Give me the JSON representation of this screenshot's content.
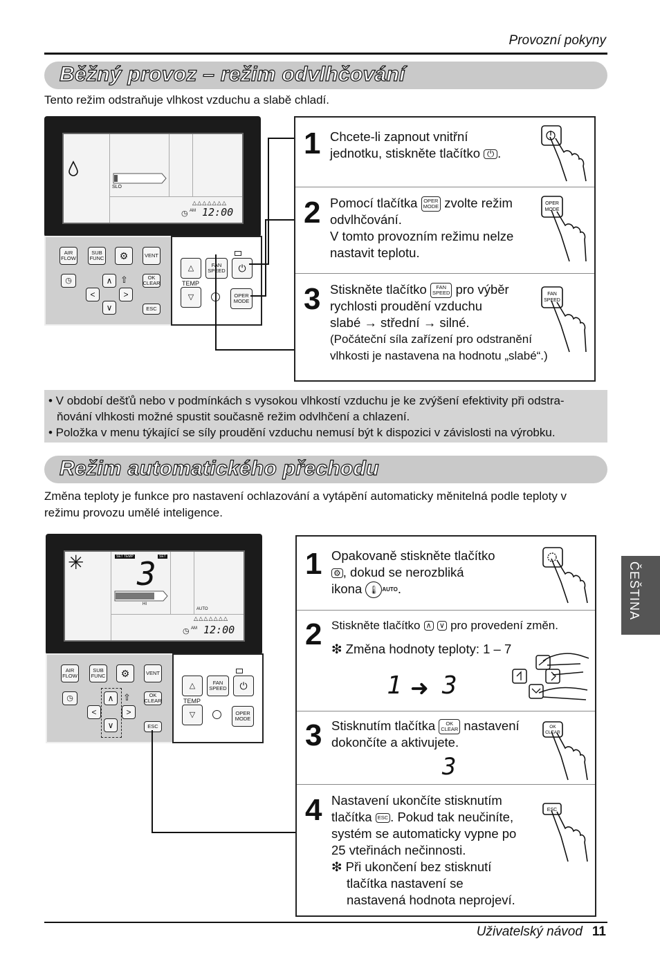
{
  "header": {
    "section": "Provozní pokyny"
  },
  "section1": {
    "title": "Běžný provoz – režim odvlhčování",
    "intro": "Tento režim odstraňuje vlhkost vzduchu a slabě chladí.",
    "steps": [
      {
        "num": "1",
        "line1": "Chcete-li zapnout vnitřní",
        "line2a": "jednotku, stiskněte tlačítko",
        "line2b": "."
      },
      {
        "num": "2",
        "line1a": "Pomocí tlačítka",
        "line1b": "zvolte režim",
        "line2": "odvlhčování.",
        "line3": "V tomto provozním režimu nelze",
        "line4": "nastavit teplotu."
      },
      {
        "num": "3",
        "line1a": "Stiskněte tlačítko",
        "line1b": "pro výběr",
        "line2": "rychlosti proudění vzduchu",
        "line3": "slabé → střední → silné.",
        "line4": "(Počáteční síla zařízení pro odstranění",
        "line5": "vlhkosti je nastavena na hodnotu „slabé“.)"
      }
    ],
    "notes": [
      "• V období dešťů nebo v podmínkách s vysokou vlhkostí vzduchu je ke zvýšení efektivity při odstra-",
      "ňování vlhkosti možné spustit současně režim odvlhčení a chlazení.",
      "• Položka v menu týkající se síly proudění vzduchu nemusí být k dispozici v závislosti na výrobku."
    ],
    "lcd": {
      "fan_label": "SLO",
      "am": "AM",
      "time": "12:00"
    }
  },
  "section2": {
    "title": "Režim automatického přechodu",
    "intro_line1": "Změna teploty je funkce pro nastavení ochlazování a vytápění automaticky měnitelná podle teploty v",
    "intro_line2": "režimu provozu umělé inteligence.",
    "steps": [
      {
        "num": "1",
        "line1": "Opakovaně stiskněte tlačítko",
        "line2": ", dokud se nerozbliká",
        "line3a": "ikona",
        "line3b": ".",
        "icon_text": "AUTO"
      },
      {
        "num": "2",
        "line1a": "Stiskněte tlačítko",
        "line1b": "pro provedení změn.",
        "line2": "❇ Změna hodnoty teploty: 1 – 7",
        "from": "1",
        "to": "3"
      },
      {
        "num": "3",
        "line1a": "Stisknutím tlačítka",
        "line1b": "nastavení",
        "line2": "dokončíte a aktivujete.",
        "value": "3"
      },
      {
        "num": "4",
        "line1": "Nastavení ukončíte stisknutím",
        "line2a": "tlačítka",
        "line2b": ". Pokud tak neučiníte,",
        "line3": "systém se automaticky vypne po",
        "line4": "25 vteřinách nečinnosti.",
        "line5": "❇ Při ukončení bez stisknutí",
        "line6": "tlačítka nastavení se",
        "line7": "nastavená hodnota neprojeví."
      }
    ],
    "lcd": {
      "set_temp": "SET TEMP",
      "set": "SET",
      "digit": "3",
      "hi": "HI",
      "auto": "AUTO",
      "am": "AM",
      "time": "12:00"
    }
  },
  "remote_labels": {
    "air_flow": "AIR\nFLOW",
    "sub_func": "SUB\nFUNC",
    "vent": "VENT",
    "ok_clear": "OK\nCLEAR",
    "esc": "ESC",
    "temp": "TEMP",
    "fan_speed": "FAN\nSPEED",
    "oper_mode": "OPER\nMODE"
  },
  "button_labels": {
    "oper_mode": "OPER\nMODE",
    "fan_speed": "FAN\nSPEED",
    "ok_clear": "OK\nCLEAR",
    "esc": "ESC"
  },
  "language_tab": "ČEŠTINA",
  "footer": {
    "title": "Uživatelský návod",
    "page": "11"
  }
}
